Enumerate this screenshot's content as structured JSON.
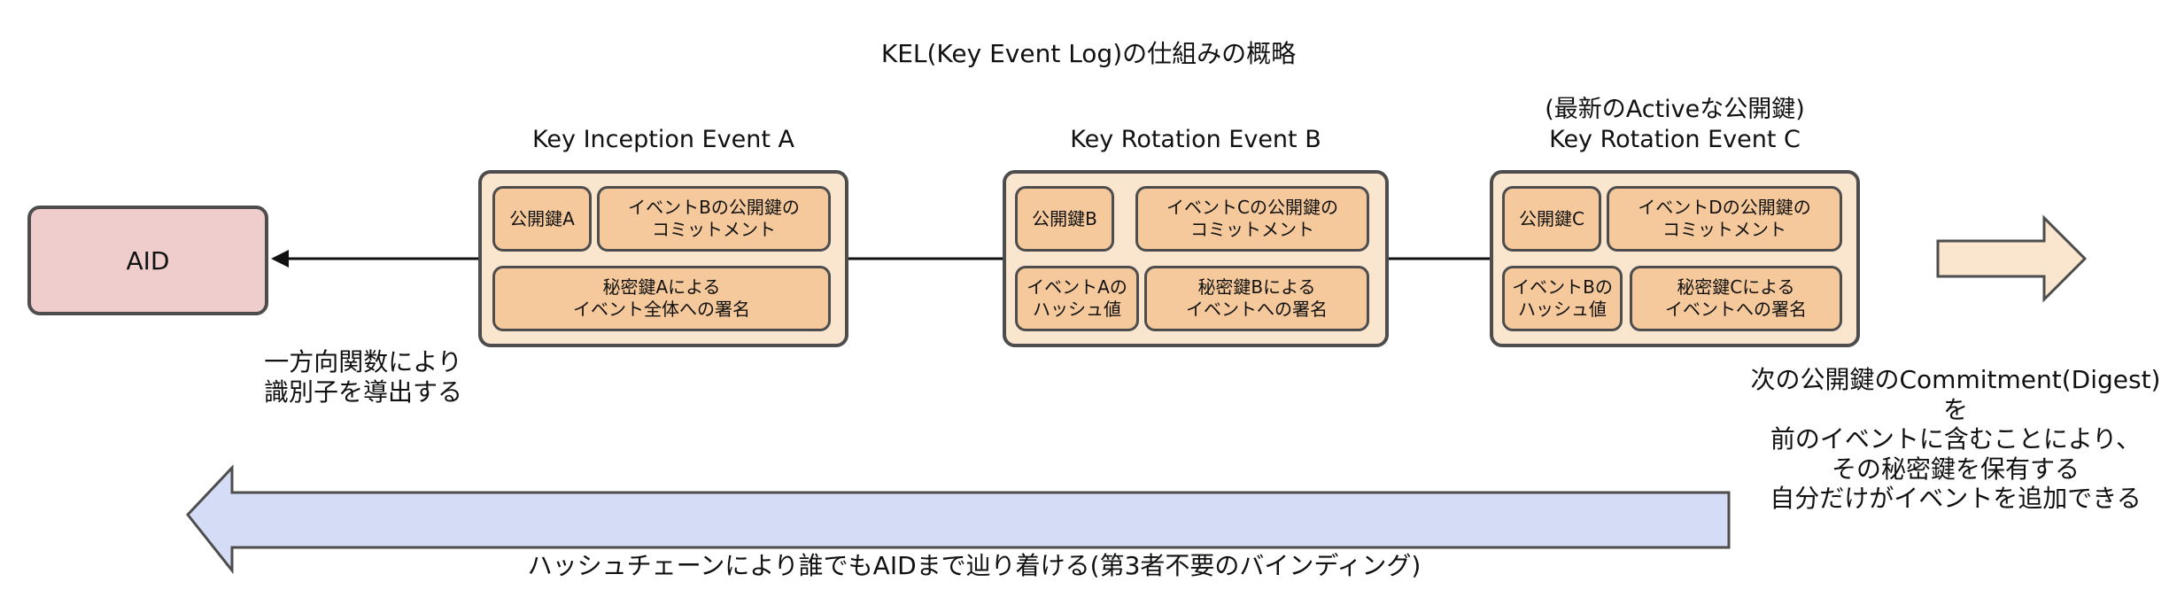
{
  "title": "KEL(Key Event Log)の仕組みの概略",
  "aid": {
    "label": "AID"
  },
  "events": [
    {
      "title": "Key Inception Event A",
      "boxes": {
        "pubkey": "公開鍵A",
        "commit": "イベントBの公開鍵の\nコミットメント",
        "sign": "秘密鍵Aによる\nイベント全体への署名"
      }
    },
    {
      "title": "Key Rotation Event B",
      "boxes": {
        "pubkey": "公開鍵B",
        "commit": "イベントCの公開鍵の\nコミットメント",
        "hash": "イベントAの\nハッシュ値",
        "sign": "秘密鍵Bによる\nイベントへの署名"
      }
    },
    {
      "subtitle": "(最新のActiveな公開鍵)",
      "title": "Key Rotation Event C",
      "boxes": {
        "pubkey": "公開鍵C",
        "commit": "イベントDの公開鍵の\nコミットメント",
        "hash": "イベントBの\nハッシュ値",
        "sign": "秘密鍵Cによる\nイベントへの署名"
      }
    }
  ],
  "notes": {
    "one_way": "一方向関数により\n識別子を導出する",
    "commitment": "次の公開鍵のCommitment(Digest)を\n前のイベントに含むことにより、\nその秘密鍵を保有する\n自分だけがイベントを追加できる",
    "hash_chain": "ハッシュチェーンにより誰でもAIDまで辿り着ける(第3者不要のバインディング)"
  },
  "colors": {
    "event_fill": "#fae6cf",
    "inner_fill": "#f5c99b",
    "aid_fill": "#efcdcd",
    "chain_arrow_fill": "#d4ddf5",
    "next_arrow_fill": "#fae6cf",
    "stroke": "#4d4d4d"
  }
}
